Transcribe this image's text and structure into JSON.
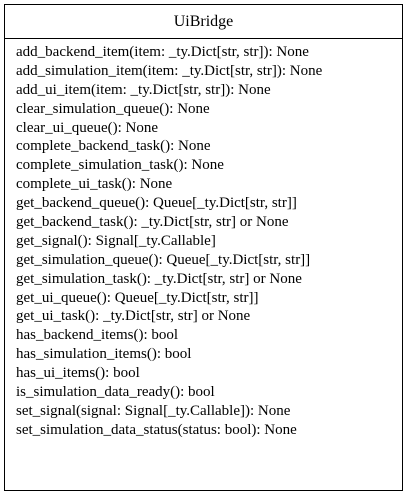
{
  "class": {
    "name": "UiBridge",
    "methods": [
      "add_backend_item(item: _ty.Dict[str, str]): None",
      "add_simulation_item(item: _ty.Dict[str, str]): None",
      "add_ui_item(item: _ty.Dict[str, str]): None",
      "clear_simulation_queue(): None",
      "clear_ui_queue(): None",
      "complete_backend_task(): None",
      "complete_simulation_task(): None",
      "complete_ui_task(): None",
      "get_backend_queue(): Queue[_ty.Dict[str, str]]",
      "get_backend_task(): _ty.Dict[str, str] or None",
      "get_signal(): Signal[_ty.Callable]",
      "get_simulation_queue(): Queue[_ty.Dict[str, str]]",
      "get_simulation_task(): _ty.Dict[str, str] or None",
      "get_ui_queue(): Queue[_ty.Dict[str, str]]",
      "get_ui_task(): _ty.Dict[str, str] or None",
      "has_backend_items(): bool",
      "has_simulation_items(): bool",
      "has_ui_items(): bool",
      "is_simulation_data_ready(): bool",
      "set_signal(signal: Signal[_ty.Callable]): None",
      "set_simulation_data_status(status: bool): None"
    ]
  }
}
